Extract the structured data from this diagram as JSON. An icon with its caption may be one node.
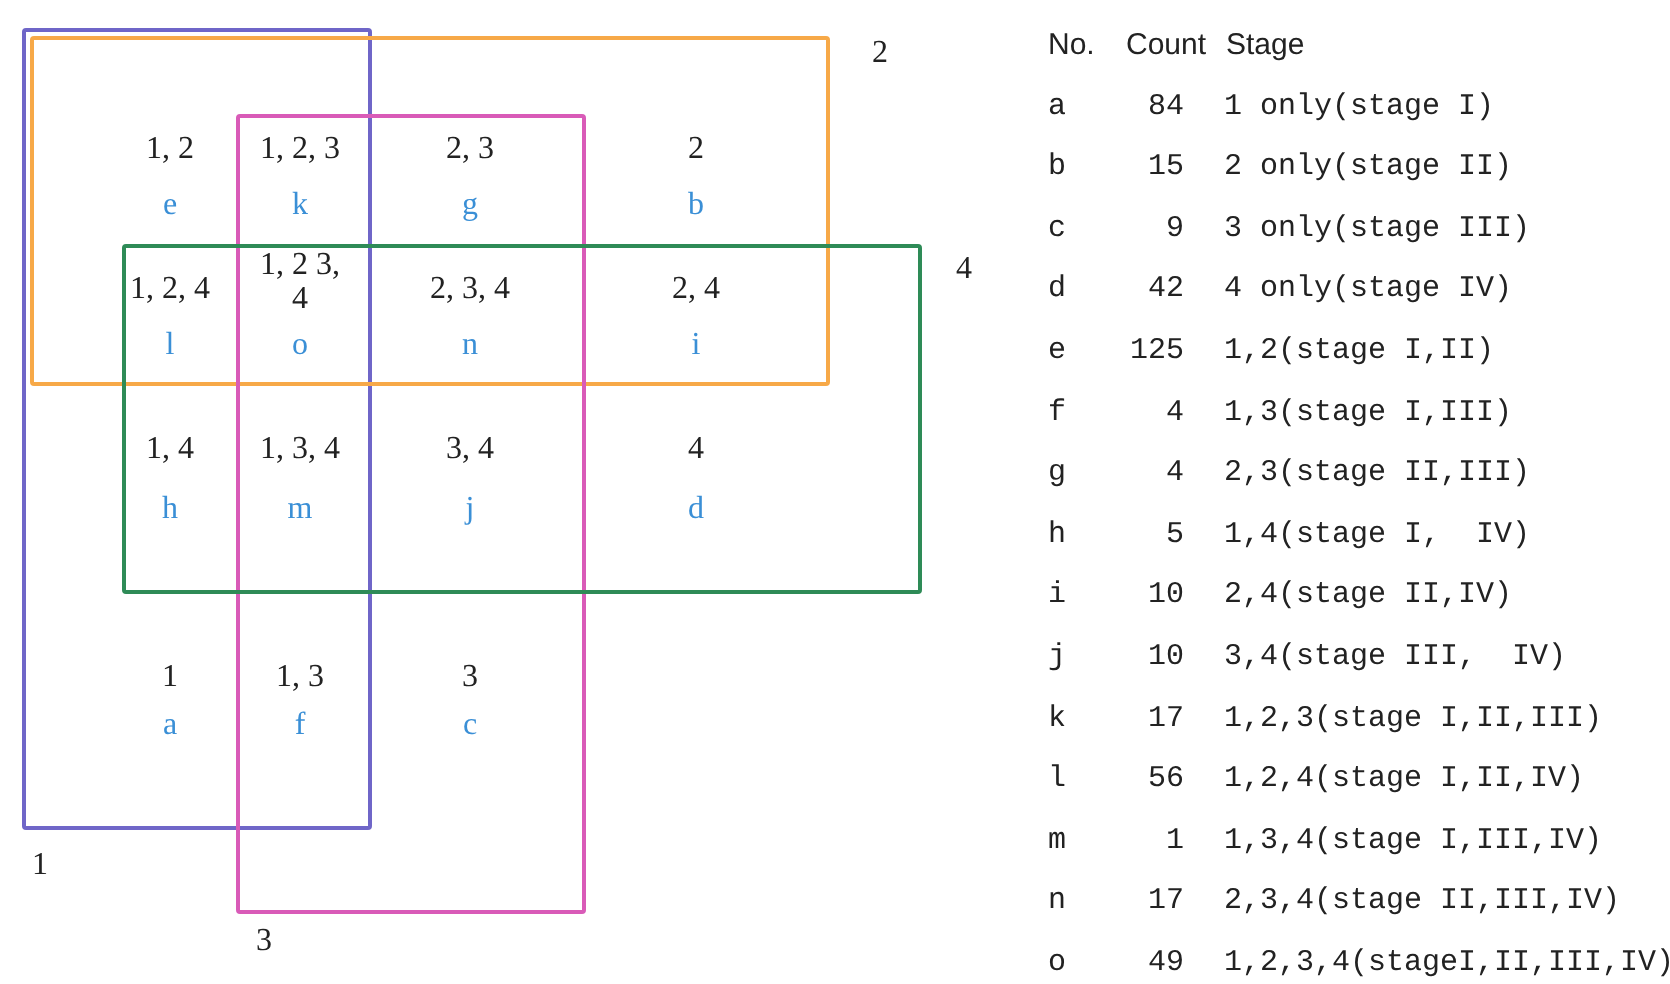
{
  "diagram": {
    "nodes": [
      {
        "text": [
          "1"
        ]
      },
      {
        "text": [
          "2"
        ]
      },
      {
        "text": [
          "3"
        ]
      },
      {
        "text": [
          "4"
        ]
      }
    ],
    "labels": [
      "1, 2",
      "1, 2, 3",
      "2, 3",
      "2",
      "e",
      "k",
      "g",
      "b",
      "1, 2, 4",
      "1, 2 3, 4",
      "2, 3, 4",
      "2, 4",
      "l",
      "o",
      "n",
      "i",
      "1, 4",
      "1, 3, 4",
      "3, 4",
      "4",
      "h",
      "m",
      "j",
      "d",
      "1",
      "1, 3",
      "3",
      "a",
      "f",
      "c",
      "No.",
      "Count",
      "Stage",
      "a",
      "84",
      "1 only(stage I)",
      "b",
      "15",
      "2 only(stage II)",
      "c",
      "9",
      "3 only(stage III)",
      "d",
      "42",
      "4 only(stage IV)",
      "e",
      "125",
      "1,2(stage I,II)",
      "f",
      "4",
      "1,3(stage I,III)",
      "g",
      "4",
      "2,3(stage II,III)",
      "h",
      "5",
      "1,4(stage I,  IV)",
      "i",
      "10",
      "2,4(stage II,IV)",
      "j",
      "10",
      "3,4(stage III,  IV)",
      "k",
      "17",
      "1,2,3(stage I,II,III)",
      "l",
      "56",
      "1,2,4(stage I,II,IV)",
      "m",
      "1",
      "1,3,4(stage I,III,IV)",
      "n",
      "17",
      "2,3,4(stage II,III,IV)",
      "o",
      "49",
      "1,2,3,4(stageI,II,III,IV)"
    ]
  }
}
